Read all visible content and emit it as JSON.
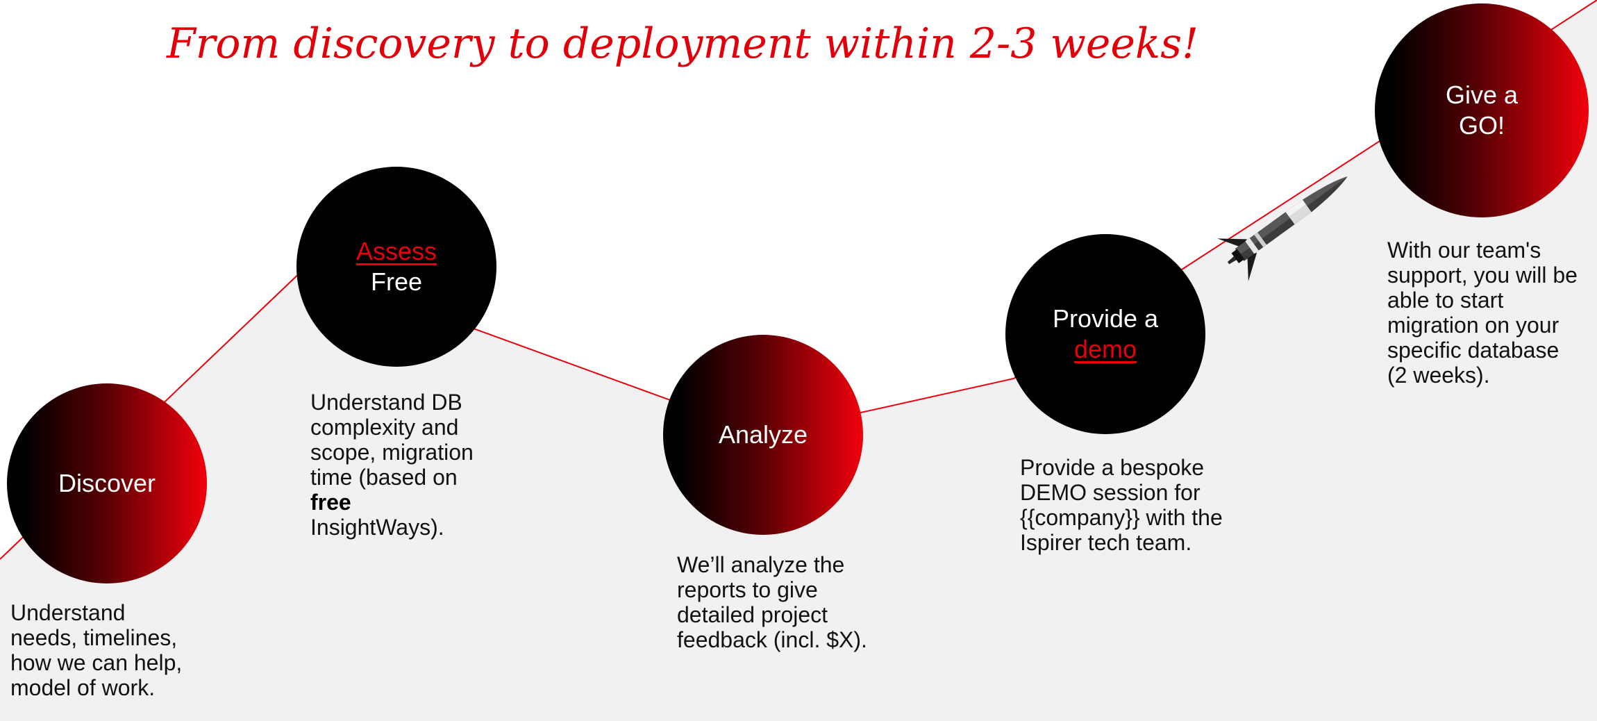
{
  "title": "From discovery to deployment within 2-3 weeks!",
  "colors": {
    "accent": "#e1000a",
    "background_band": "#f1f1f1",
    "line": "#e8000b"
  },
  "steps": [
    {
      "line1": "Discover",
      "description": "Understand needs, timelines, how we can help, model of work."
    },
    {
      "highlight": "Assess",
      "line2": "Free",
      "desc_before": "Understand DB complexity and scope, migration time (based on ",
      "desc_bold": "free",
      "desc_after": " InsightWays)."
    },
    {
      "line1": "Analyze",
      "description": "We’ll analyze the reports to give detailed project feedback (incl. $X)."
    },
    {
      "line1": "Provide a",
      "highlight": "demo",
      "description": "Provide a bespoke DEMO session for {{company}} with the Ispirer tech team."
    },
    {
      "line1": "Give a",
      "line2": "GO!",
      "description": "With our team's support, you will be able to start migration on your specific database (2 weeks)."
    }
  ],
  "icons": {
    "rocket": "rocket-icon"
  }
}
